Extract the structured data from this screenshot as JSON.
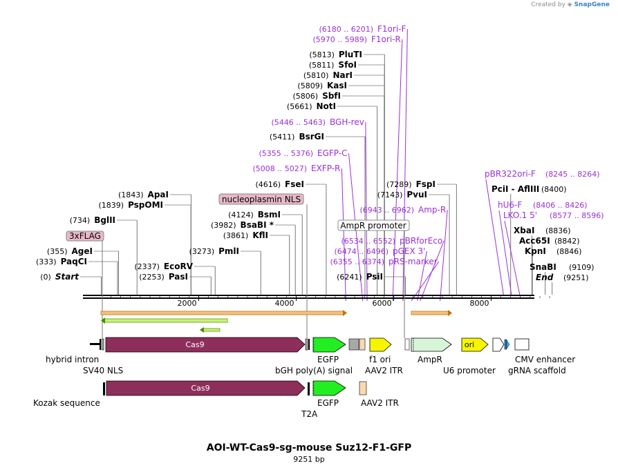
{
  "watermark": {
    "prefix": "Created by",
    "brand": "SnapGene"
  },
  "title": "AOI-WT-Cas9-sg-mouse Suz12-F1-GFP",
  "length_label": "9251 bp",
  "sequence_length": 9251,
  "axis_ticks": [
    {
      "pos": 2000,
      "label": "2000"
    },
    {
      "pos": 4000,
      "label": "4000"
    },
    {
      "pos": 6000,
      "label": "6000"
    },
    {
      "pos": 8000,
      "label": "8000"
    }
  ],
  "sites": [
    {
      "pos": "(0)",
      "name": "Start",
      "italic": true,
      "loc": 0
    },
    {
      "pos": "(333)",
      "name": "PaqCI",
      "loc": 333
    },
    {
      "pos": "(355)",
      "name": "AgeI",
      "loc": 355
    },
    {
      "pos": "(734)",
      "name": "BglII",
      "loc": 734
    },
    {
      "pos": "(1839)",
      "name": "PspOMI",
      "loc": 1839
    },
    {
      "pos": "(1843)",
      "name": "ApaI",
      "loc": 1843
    },
    {
      "pos": "(2253)",
      "name": "PasI",
      "loc": 2253
    },
    {
      "pos": "(2337)",
      "name": "EcoRV",
      "loc": 2337
    },
    {
      "pos": "(3273)",
      "name": "PmlI",
      "loc": 3273
    },
    {
      "pos": "(3861)",
      "name": "KflI",
      "loc": 3861
    },
    {
      "pos": "(3982)",
      "name": "BsaBI *",
      "loc": 3982
    },
    {
      "pos": "(4124)",
      "name": "BsmI",
      "loc": 4124
    },
    {
      "pos": "(4616)",
      "name": "FseI",
      "loc": 4616
    },
    {
      "pos": "(5411)",
      "name": "BsrGI",
      "loc": 5411
    },
    {
      "pos": "(5661)",
      "name": "NotI",
      "loc": 5661
    },
    {
      "pos": "(5806)",
      "name": "SbfI",
      "loc": 5806
    },
    {
      "pos": "(5809)",
      "name": "KasI",
      "loc": 5809
    },
    {
      "pos": "(5810)",
      "name": "NarI",
      "loc": 5810
    },
    {
      "pos": "(5811)",
      "name": "SfoI",
      "loc": 5811
    },
    {
      "pos": "(5813)",
      "name": "PluTI",
      "loc": 5813
    },
    {
      "pos": "(6241)",
      "name": "PsiI",
      "loc": 6241
    },
    {
      "pos": "(7143)",
      "name": "PvuI",
      "loc": 7143
    },
    {
      "pos": "(7289)",
      "name": "FspI",
      "loc": 7289
    },
    {
      "pos": "(8400)",
      "name": "PciI  -  AflIII",
      "loc": 8400
    },
    {
      "pos": "(8836)",
      "name": "XbaI",
      "loc": 8836
    },
    {
      "pos": "(8842)",
      "name": "Acc65I",
      "loc": 8842
    },
    {
      "pos": "(8846)",
      "name": "KpnI",
      "loc": 8846
    },
    {
      "pos": "(9109)",
      "name": "SnaBI",
      "loc": 9109
    },
    {
      "pos": "(9251)",
      "name": "End",
      "italic": true,
      "loc": 9251
    }
  ],
  "primers": [
    {
      "range": "(6180 .. 6201)",
      "name": "F1ori-F",
      "loc": 6190
    },
    {
      "range": "(5970 .. 5989)",
      "name": "F1ori-R",
      "loc": 5980
    },
    {
      "range": "(5446 .. 5463)",
      "name": "BGH-rev",
      "loc": 5455
    },
    {
      "range": "(5355 .. 5376)",
      "name": "EGFP-C",
      "loc": 5365
    },
    {
      "range": "(5008 .. 5027)",
      "name": "EXFP-R",
      "loc": 5018
    },
    {
      "range": "(6943 .. 6962)",
      "name": "Amp-R",
      "loc": 6952
    },
    {
      "range": "(6534 .. 6552)",
      "name": "pBRforEco",
      "loc": 6543
    },
    {
      "range": "(6474 .. 6496)",
      "name": "pGEX 3'",
      "loc": 6485
    },
    {
      "range": "(6355 .. 6374)",
      "name": "pRS-marker",
      "loc": 6364
    },
    {
      "name": "pBR322ori-F",
      "range": "(8245 .. 8264)",
      "loc": 8254
    },
    {
      "name": "hU6-F",
      "range": "(8406 .. 8426)",
      "loc": 8416
    },
    {
      "name": "LKO.1 5'",
      "range": "(8577 .. 8596)",
      "loc": 8586
    }
  ],
  "boxed_labels": [
    {
      "text": "3xFLAG",
      "style": "pink"
    },
    {
      "text": "nucleoplasmin NLS",
      "style": "pink"
    },
    {
      "text": "AmpR promoter",
      "style": "white"
    }
  ],
  "features": {
    "row1_labels": [
      "hybrid intron",
      "SV40 NLS",
      "bGH poly(A) signal",
      "EGFP",
      "f1 ori",
      "AAV2 ITR",
      "AmpR",
      "U6 promoter",
      "CMV enhancer",
      "gRNA scaffold"
    ],
    "row2_labels": [
      "Kozak sequence",
      "T2A",
      "EGFP",
      "AAV2 ITR"
    ],
    "cas9_label": "Cas9",
    "ori_label": "ori"
  },
  "colors": {
    "cas9": "#8e2e5b",
    "egfp": "#22ee22",
    "f1ori": "#f5f500",
    "ori": "#f5f500",
    "ampr": "#d8f5d8",
    "primer": "#9b2fd6",
    "itr": "#fad8b0",
    "orf": "#f0a030"
  }
}
